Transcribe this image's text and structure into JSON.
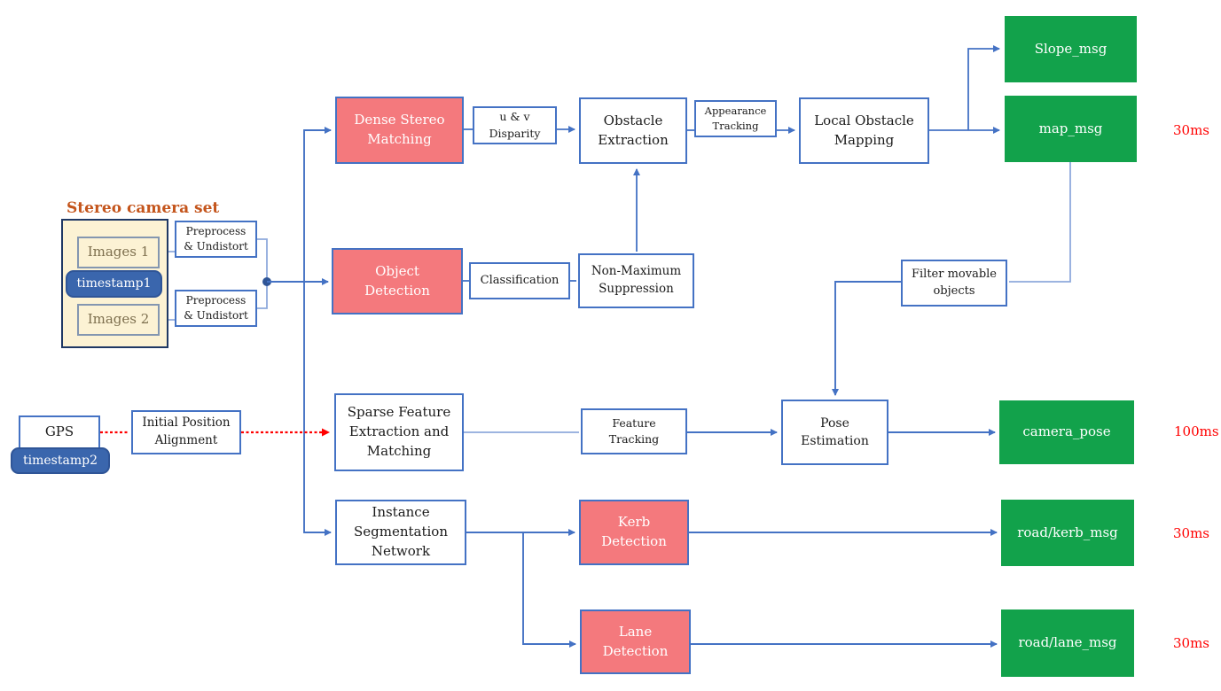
{
  "diagram": {
    "camera_section_title": "Stereo camera set",
    "nodes": {
      "images1": {
        "label": "Images 1"
      },
      "timestamp1": {
        "label": "timestamp1"
      },
      "images2": {
        "label": "Images 2"
      },
      "preprocess1": {
        "label": "Preprocess\n& Undistort"
      },
      "preprocess2": {
        "label": "Preprocess\n& Undistort"
      },
      "dense_stereo_matching": {
        "label": "Dense Stereo\nMatching"
      },
      "uv_disparity": {
        "label": "u & v\nDisparity"
      },
      "obstacle_extraction": {
        "label": "Obstacle\nExtraction"
      },
      "appearance_tracking": {
        "label": "Appearance\nTracking"
      },
      "local_obstacle_mapping": {
        "label": "Local Obstacle\nMapping"
      },
      "slope_msg": {
        "label": "Slope_msg"
      },
      "map_msg": {
        "label": "map_msg"
      },
      "object_detection": {
        "label": "Object\nDetection"
      },
      "classification": {
        "label": "Classification"
      },
      "non_maximum_suppression": {
        "label": "Non-Maximum\nSuppression"
      },
      "filter_movable_objects": {
        "label": "Filter movable\nobjects"
      },
      "gps": {
        "label": "GPS"
      },
      "timestamp2": {
        "label": "timestamp2"
      },
      "initial_position_alignment": {
        "label": "Initial Position\nAlignment"
      },
      "sparse_feature_extraction": {
        "label": "Sparse Feature\nExtraction and\nMatching"
      },
      "feature_tracking": {
        "label": "Feature\nTracking"
      },
      "pose_estimation": {
        "label": "Pose\nEstimation"
      },
      "camera_pose": {
        "label": "camera_pose"
      },
      "instance_segmentation_network": {
        "label": "Instance\nSegmentation\nNetwork"
      },
      "kerb_detection": {
        "label": "Kerb\nDetection"
      },
      "road_kerb_msg": {
        "label": "road/kerb_msg"
      },
      "lane_detection": {
        "label": "Lane\nDetection"
      },
      "road_lane_msg": {
        "label": "road/lane_msg"
      }
    },
    "timings": {
      "map_msg": "30ms",
      "camera_pose": "100ms",
      "road_kerb_msg": "30ms",
      "road_lane_msg": "30ms"
    },
    "colors": {
      "process_highlight_pink": "#F4797D",
      "output_green": "#12A24B",
      "connector_blue": "#4472C4",
      "connector_light_blue": "#8FAADC",
      "timing_red": "#FF0000",
      "camera_group_cream": "#FCF2D4",
      "camera_group_border_navy": "#1F3864",
      "timestamp_blue": "#3A66AD",
      "section_title_orange": "#C4551C"
    }
  }
}
